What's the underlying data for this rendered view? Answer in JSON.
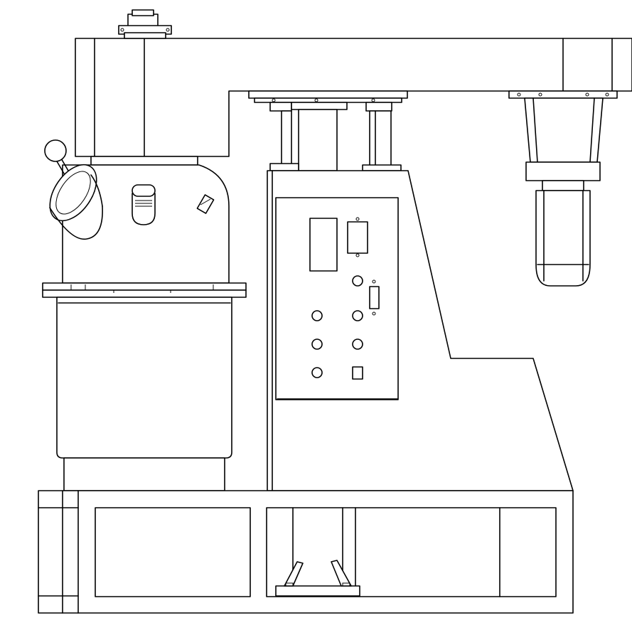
{
  "figure": {
    "subject": "mixer-machine-line-drawing",
    "line_color": "#000000",
    "background_color": "#ffffff"
  },
  "control_panel": {
    "indicator_lights": 6,
    "switches": 3,
    "displays": 1
  }
}
